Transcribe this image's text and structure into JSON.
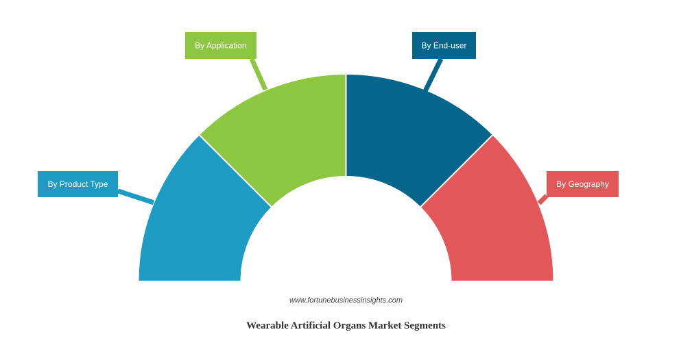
{
  "diagram": {
    "segments": [
      {
        "label": "By Product Type",
        "color": "#1e9bc3"
      },
      {
        "label": "By Application",
        "color": "#8dc640"
      },
      {
        "label": "By End-user",
        "color": "#05658a"
      },
      {
        "label": "By Geography",
        "color": "#e45758"
      }
    ]
  },
  "footer": {
    "source": "www.fortunebusinessinsights.com",
    "title": "Wearable Artificial Organs Market Segments"
  }
}
